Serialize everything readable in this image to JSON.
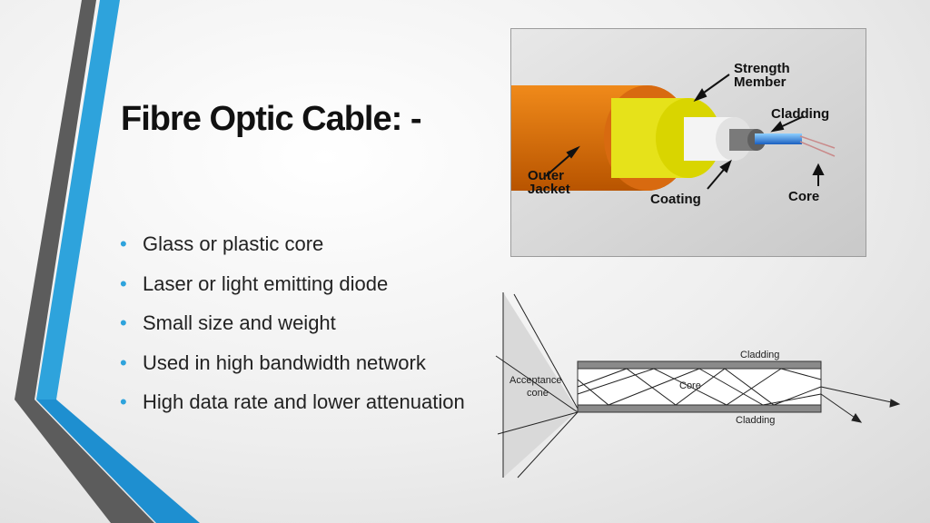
{
  "slide": {
    "title": "Fibre Optic Cable: -",
    "bullets": [
      "Glass or plastic core",
      "Laser or light emitting diode",
      "Small size and weight",
      "Used in high bandwidth network",
      "High data rate and lower attenuation"
    ]
  },
  "cable_photo": {
    "labels": {
      "strength_member_1": "Strength",
      "strength_member_2": "Member",
      "cladding": "Cladding",
      "outer_jacket_1": "Outer",
      "outer_jacket_2": "Jacket",
      "coating": "Coating",
      "core": "Core"
    }
  },
  "propagation_diagram": {
    "acceptance_1": "Acceptance",
    "acceptance_2": "cone",
    "cladding_top": "Cladding",
    "core": "Core",
    "cladding_bottom": "Cladding"
  },
  "colors": {
    "accent_blue": "#2ea3dc",
    "stripe_gray": "#555555",
    "jacket_orange": "#e0700d",
    "coating_yellow": "#e6e21a"
  }
}
